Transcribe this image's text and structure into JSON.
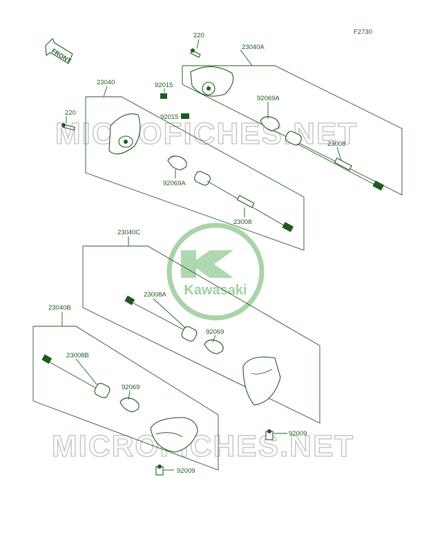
{
  "diagram": {
    "figure_code": "F2730",
    "front_arrow_label": "FRONT",
    "brand": {
      "logo_text": "Kawasaki",
      "logo_color": "#6fb86f"
    },
    "watermark_text": "MICROFICHES.NET",
    "line_color": "#1d5a1d",
    "labels": {
      "a23040a": "23040A",
      "a220_top": "220",
      "a92015_1": "92015",
      "a92015_2": "92015",
      "a92069a_top": "92069A",
      "a23008_top": "23008",
      "a23040": "23040",
      "a220_left": "220",
      "a92069a_mid": "92069A",
      "a23008_mid": "23008",
      "a23040c": "23040C",
      "a23008a": "23008A",
      "a92069_mid": "92069",
      "a23040b": "23040B",
      "a23008b": "23008B",
      "a92069_low": "92069",
      "a92009_right": "92009",
      "a92009_bottom": "92009"
    }
  }
}
